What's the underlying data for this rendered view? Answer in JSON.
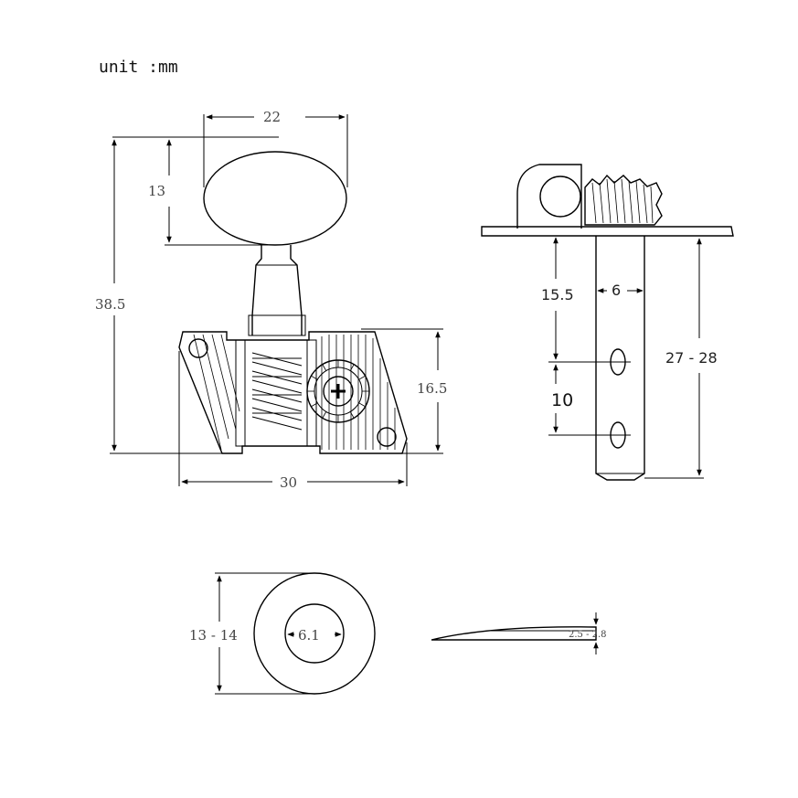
{
  "unit_label": "unit :mm",
  "front_view": {
    "knob_width": "22",
    "knob_height": "13",
    "total_height": "38.5",
    "base_height": "16.5",
    "base_width": "30"
  },
  "side_view": {
    "post_length_upper": "15.5",
    "post_diameter": "6",
    "hole_spacing": "10",
    "post_length_total": "27 - 28"
  },
  "bushing_top": {
    "outer_diameter": "13 - 14",
    "inner_diameter": "6.1"
  },
  "bushing_side": {
    "thickness": "2.5 - 2.8"
  }
}
